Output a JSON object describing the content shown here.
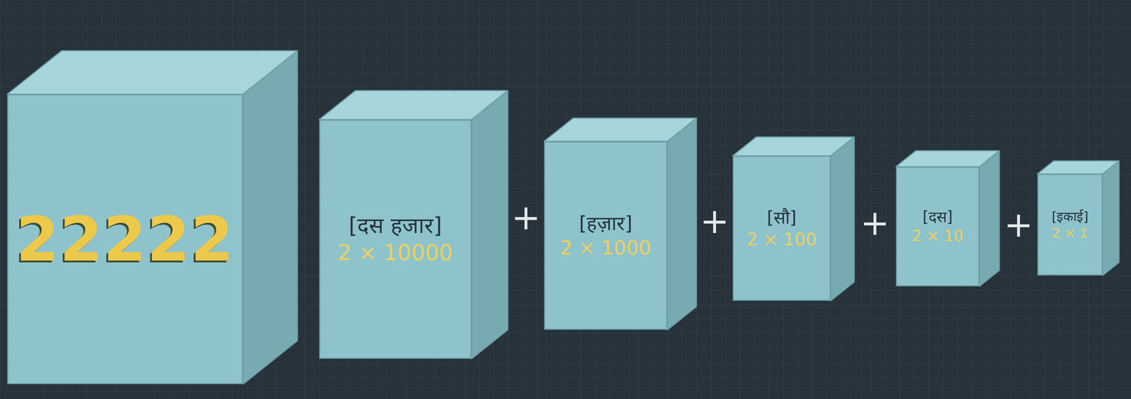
{
  "diagram": {
    "nodes": [
      {
        "text": [
          "22222"
        ]
      },
      {
        "text": [
          "[दस हजार]",
          "2 × 10000"
        ]
      },
      {
        "text": [
          "[हज़ार]",
          "2 × 1000"
        ]
      },
      {
        "text": [
          "[सौ]",
          "2 × 100"
        ]
      },
      {
        "text": [
          "[दस]",
          "2 × 10"
        ]
      },
      {
        "text": [
          "[इकाई]",
          "2 × 1"
        ]
      }
    ],
    "labels": [
      "+",
      "+",
      "+",
      "+"
    ]
  }
}
